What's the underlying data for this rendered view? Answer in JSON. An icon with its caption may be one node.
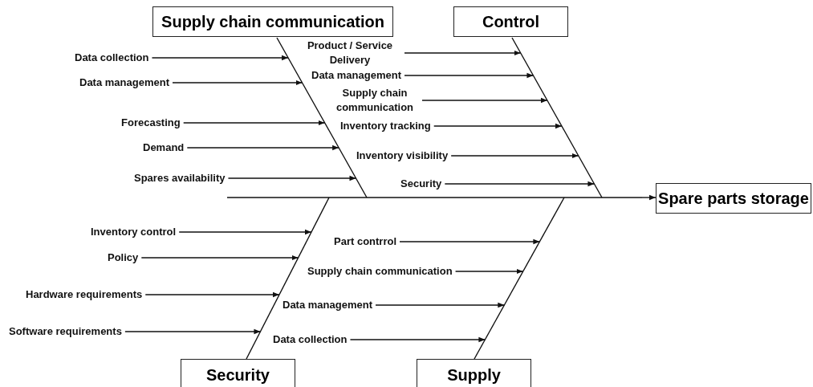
{
  "diagram": {
    "nodes": [
      {
        "text": [
          "Supply chain communication"
        ]
      },
      {
        "text": [
          "Control"
        ]
      },
      {
        "text": [
          "Data collection"
        ]
      },
      {
        "text": [
          "Data management"
        ]
      },
      {
        "text": [
          "Forecasting"
        ]
      },
      {
        "text": [
          "Demand"
        ]
      },
      {
        "text": [
          "Spares availability"
        ]
      },
      {
        "text": [
          "Product / Service Delivery"
        ]
      },
      {
        "text": [
          "Data management"
        ]
      },
      {
        "text": [
          "Supply chain communication"
        ]
      },
      {
        "text": [
          "Inventory tracking"
        ]
      },
      {
        "text": [
          "Inventory visibility"
        ]
      },
      {
        "text": [
          "Security"
        ]
      },
      {
        "text": [
          "Spare parts storage"
        ]
      },
      {
        "text": [
          "Inventory control"
        ]
      },
      {
        "text": [
          "Policy"
        ]
      },
      {
        "text": [
          "Hardware requirements"
        ]
      },
      {
        "text": [
          "Software requirements"
        ]
      },
      {
        "text": [
          "Part contrrol"
        ]
      },
      {
        "text": [
          "Supply chain communication"
        ]
      },
      {
        "text": [
          "Data management"
        ]
      },
      {
        "text": [
          "Data collection"
        ]
      },
      {
        "text": [
          "Security"
        ]
      },
      {
        "text": [
          "Supply"
        ]
      },
      {
        "text": [],
        "shape": "line"
      },
      {
        "text": [],
        "shape": "line"
      },
      {
        "text": [],
        "shape": "line"
      },
      {
        "text": [],
        "shape": "line"
      },
      {
        "text": [],
        "shape": "line"
      }
    ],
    "edges": [
      {
        "from": 28,
        "to": 13,
        "arrow": "to"
      },
      {
        "from": 2,
        "to": 25,
        "arrow": "to"
      },
      {
        "from": 3,
        "to": 25,
        "arrow": "to"
      },
      {
        "from": 4,
        "to": 25,
        "arrow": "to"
      },
      {
        "from": 5,
        "to": 25,
        "arrow": "to"
      },
      {
        "from": 6,
        "to": 25,
        "arrow": "to"
      },
      {
        "from": 7,
        "to": 27,
        "arrow": "to"
      },
      {
        "from": 8,
        "to": 27,
        "arrow": "to"
      },
      {
        "from": 9,
        "to": 27,
        "arrow": "to"
      },
      {
        "from": 10,
        "to": 27,
        "arrow": "to"
      },
      {
        "from": 11,
        "to": 27,
        "arrow": "to"
      },
      {
        "from": 12,
        "to": 27,
        "arrow": "to"
      },
      {
        "from": 14,
        "to": 24,
        "arrow": "to"
      },
      {
        "from": 15,
        "to": 24,
        "arrow": "to"
      },
      {
        "from": 16,
        "to": 24,
        "arrow": "to"
      },
      {
        "from": 17,
        "to": 24,
        "arrow": "to"
      },
      {
        "from": 18,
        "to": 26,
        "arrow": "to"
      },
      {
        "from": 19,
        "to": 26,
        "arrow": "to"
      },
      {
        "from": 20,
        "to": 26,
        "arrow": "to"
      },
      {
        "from": 21,
        "to": 26,
        "arrow": "to"
      }
    ]
  }
}
